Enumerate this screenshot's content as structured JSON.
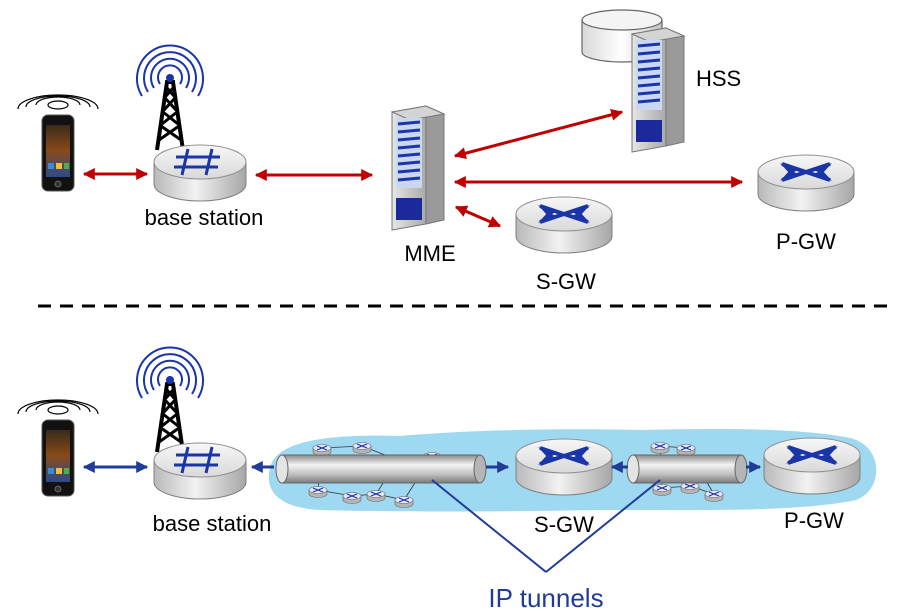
{
  "labels": {
    "top_base_station": "base station",
    "mme": "MME",
    "hss": "HSS",
    "top_sgw": "S-GW",
    "top_pgw": "P-GW",
    "bottom_base_station": "base station",
    "bottom_sgw": "S-GW",
    "bottom_pgw": "P-GW",
    "ip_tunnels": "IP tunnels"
  },
  "colors": {
    "control_arrow": "#c00000",
    "data_arrow": "#1f3c99",
    "tunnel_label": "#1f3c99",
    "network_cloud": "#8ed2ee",
    "router_cross": "#1a35a8",
    "separator": "#000000"
  },
  "icons": {
    "phone": "smartphone-icon",
    "tower": "radio-tower-icon",
    "router": "router-icon",
    "server": "server-rack-icon",
    "database": "database-cylinder-icon",
    "tunnel": "pipe-tunnel-icon"
  }
}
